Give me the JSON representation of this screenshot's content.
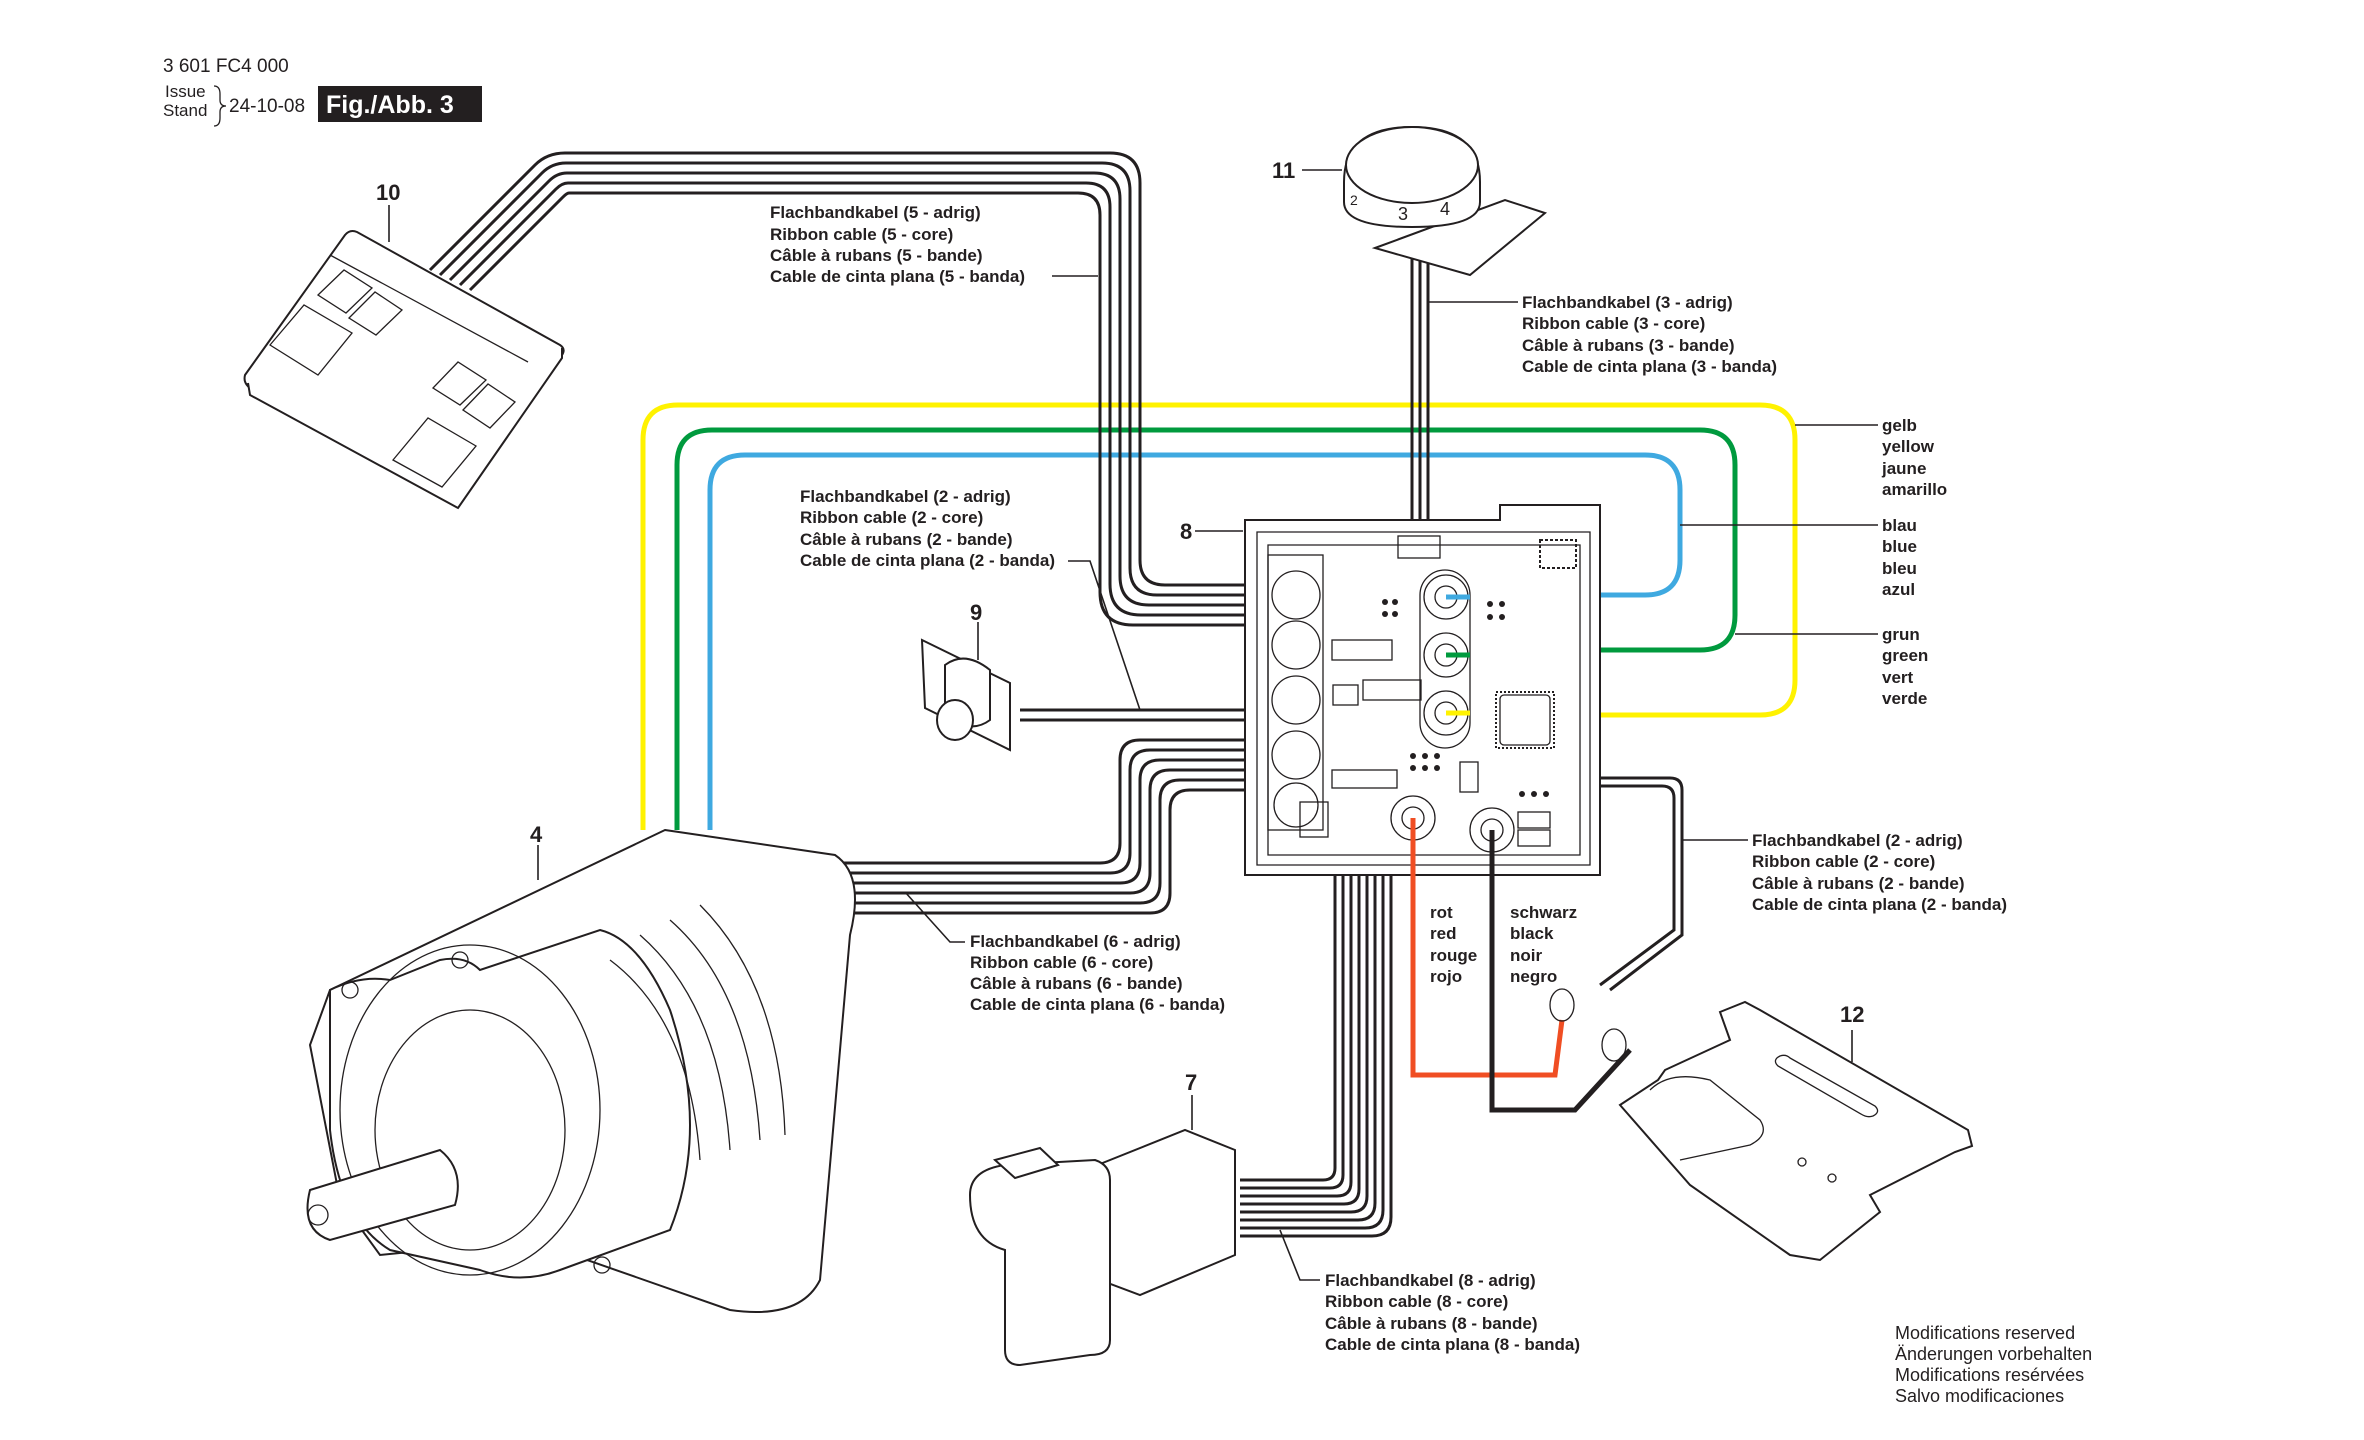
{
  "header": {
    "part_number": "3 601 FC4 000",
    "issue_label": "Issue",
    "stand_label": "Stand",
    "date": "24-10-08",
    "figure_label": "Fig./Abb. 3"
  },
  "parts": [
    {
      "number": "4",
      "name": "motor"
    },
    {
      "number": "7",
      "name": "trigger-switch"
    },
    {
      "number": "8",
      "name": "control-board"
    },
    {
      "number": "9",
      "name": "push-button"
    },
    {
      "number": "10",
      "name": "keypad"
    },
    {
      "number": "11",
      "name": "selector-dial"
    },
    {
      "number": "12",
      "name": "base-plate"
    }
  ],
  "cables": {
    "ribbon5": [
      "Flachbandkabel (5 - adrig)",
      "Ribbon cable (5 - core)",
      "Câble à rubans (5 - bande)",
      "Cable de cinta plana (5 - banda)"
    ],
    "ribbon3": [
      "Flachbandkabel (3 - adrig)",
      "Ribbon cable (3 - core)",
      "Câble à rubans (3 - bande)",
      "Cable de cinta plana (3 - banda)"
    ],
    "ribbon2_left": [
      "Flachbandkabel (2 - adrig)",
      "Ribbon cable (2 - core)",
      "Câble à rubans (2 - bande)",
      "Cable de cinta plana (2 - banda)"
    ],
    "ribbon2_right": [
      "Flachbandkabel (2 - adrig)",
      "Ribbon cable (2 - core)",
      "Câble à rubans (2 - bande)",
      "Cable de cinta plana (2 - banda)"
    ],
    "ribbon6": [
      "Flachbandkabel (6 - adrig)",
      "Ribbon cable (6 - core)",
      "Câble à rubans (6 - bande)",
      "Cable de cinta plana (6 - banda)"
    ],
    "ribbon8": [
      "Flachbandkabel (8 - adrig)",
      "Ribbon cable (8 - core)",
      "Câble à rubans (8 - bande)",
      "Cable de cinta plana (8 - banda)"
    ]
  },
  "wires": {
    "yellow": {
      "color": "#fff200",
      "labels": [
        "gelb",
        "yellow",
        "jaune",
        "amarillo"
      ]
    },
    "blue": {
      "color": "#3fa9e0",
      "labels": [
        "blau",
        "blue",
        "bleu",
        "azul"
      ]
    },
    "green": {
      "color": "#009a3e",
      "labels": [
        "grun",
        "green",
        "vert",
        "verde"
      ]
    },
    "red": {
      "color": "#f04e23",
      "labels": [
        "rot",
        "red",
        "rouge",
        "rojo"
      ]
    },
    "black": {
      "color": "#231f20",
      "labels": [
        "schwarz",
        "black",
        "noir",
        "negro"
      ]
    }
  },
  "dial_markings": [
    "2",
    "3",
    "4"
  ],
  "footer": [
    "Modifications reserved",
    "Änderungen vorbehalten",
    "Modifications resérvées",
    "Salvo modificaciones"
  ]
}
